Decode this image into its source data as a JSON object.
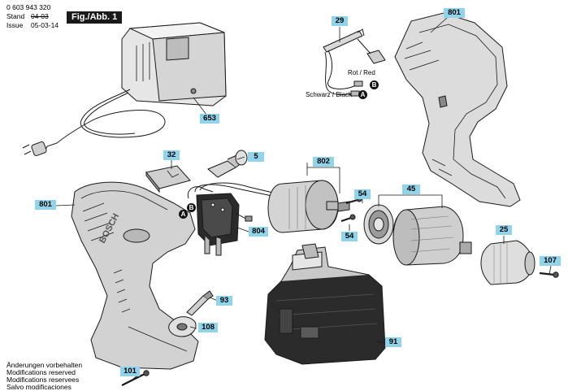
{
  "header": {
    "doc_number": "0 603 943 320",
    "stand_label": "Stand",
    "stand_old": "04-03",
    "issue_label": "Issue",
    "issue_date": "05-03-14",
    "figure_label": "Fig./Abb. 1"
  },
  "notes": [
    "Änderungen vorbehalten",
    "Modifications reserved",
    "Modifications reservees",
    "Salvo modificaciones"
  ],
  "wires": {
    "red": "Rot / Red",
    "black": "Schwarz / Black"
  },
  "markers": {
    "a": "A",
    "b": "B"
  },
  "brand": "BOSCH",
  "parts": {
    "p653": "653",
    "p29": "29",
    "p801_top": "801",
    "p32": "32",
    "p5": "5",
    "p802": "802",
    "p54_a": "54",
    "p54_b": "54",
    "p45": "45",
    "p25": "25",
    "p107": "107",
    "p801_left": "801",
    "p804": "804",
    "p93": "93",
    "p108": "108",
    "p91": "91",
    "p101": "101"
  },
  "colors": {
    "tag_fill": "#8fd4ea",
    "line": "#1a1a1a",
    "body_gray": "#d9d9d9"
  }
}
